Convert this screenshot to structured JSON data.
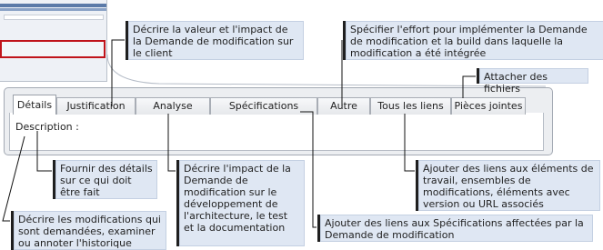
{
  "tabs": [
    {
      "label": "Détails",
      "active": true
    },
    {
      "label": "Justification",
      "active": false
    },
    {
      "label": "Analyse",
      "active": false
    },
    {
      "label": "Spécifications",
      "active": false
    },
    {
      "label": "Autre",
      "active": false
    },
    {
      "label": "Tous les liens",
      "active": false
    },
    {
      "label": "Pièces jointes",
      "active": false
    }
  ],
  "form": {
    "description_label": "Description :"
  },
  "callouts": {
    "justification": "Décrire la valeur et l'impact de la Demande de modification sur le client",
    "autre": "Spécifier l'effort pour implémenter la Demande de modification et la build dans laquelle la modification a été intégrée",
    "pieces_jointes": "Attacher des fichiers",
    "description": "Fournir des détails sur ce qui doit être fait",
    "analyse": "Décrire l'impact de la Demande de modification sur le développement de l'architecture, le test et la documentation",
    "tous_les_liens": "Ajouter des liens aux éléments de travail, ensembles de modifications, éléments avec version ou URL associés",
    "specifications": "Ajouter des liens aux Spécifications affectées par la Demande de modification",
    "details": "Décrire les modifications qui sont demandées, examiner ou annoter l'historique"
  },
  "colors": {
    "callout_bg": "#dfe7f3",
    "highlight_border": "#c0141b",
    "panel_bg": "#eceef1"
  }
}
